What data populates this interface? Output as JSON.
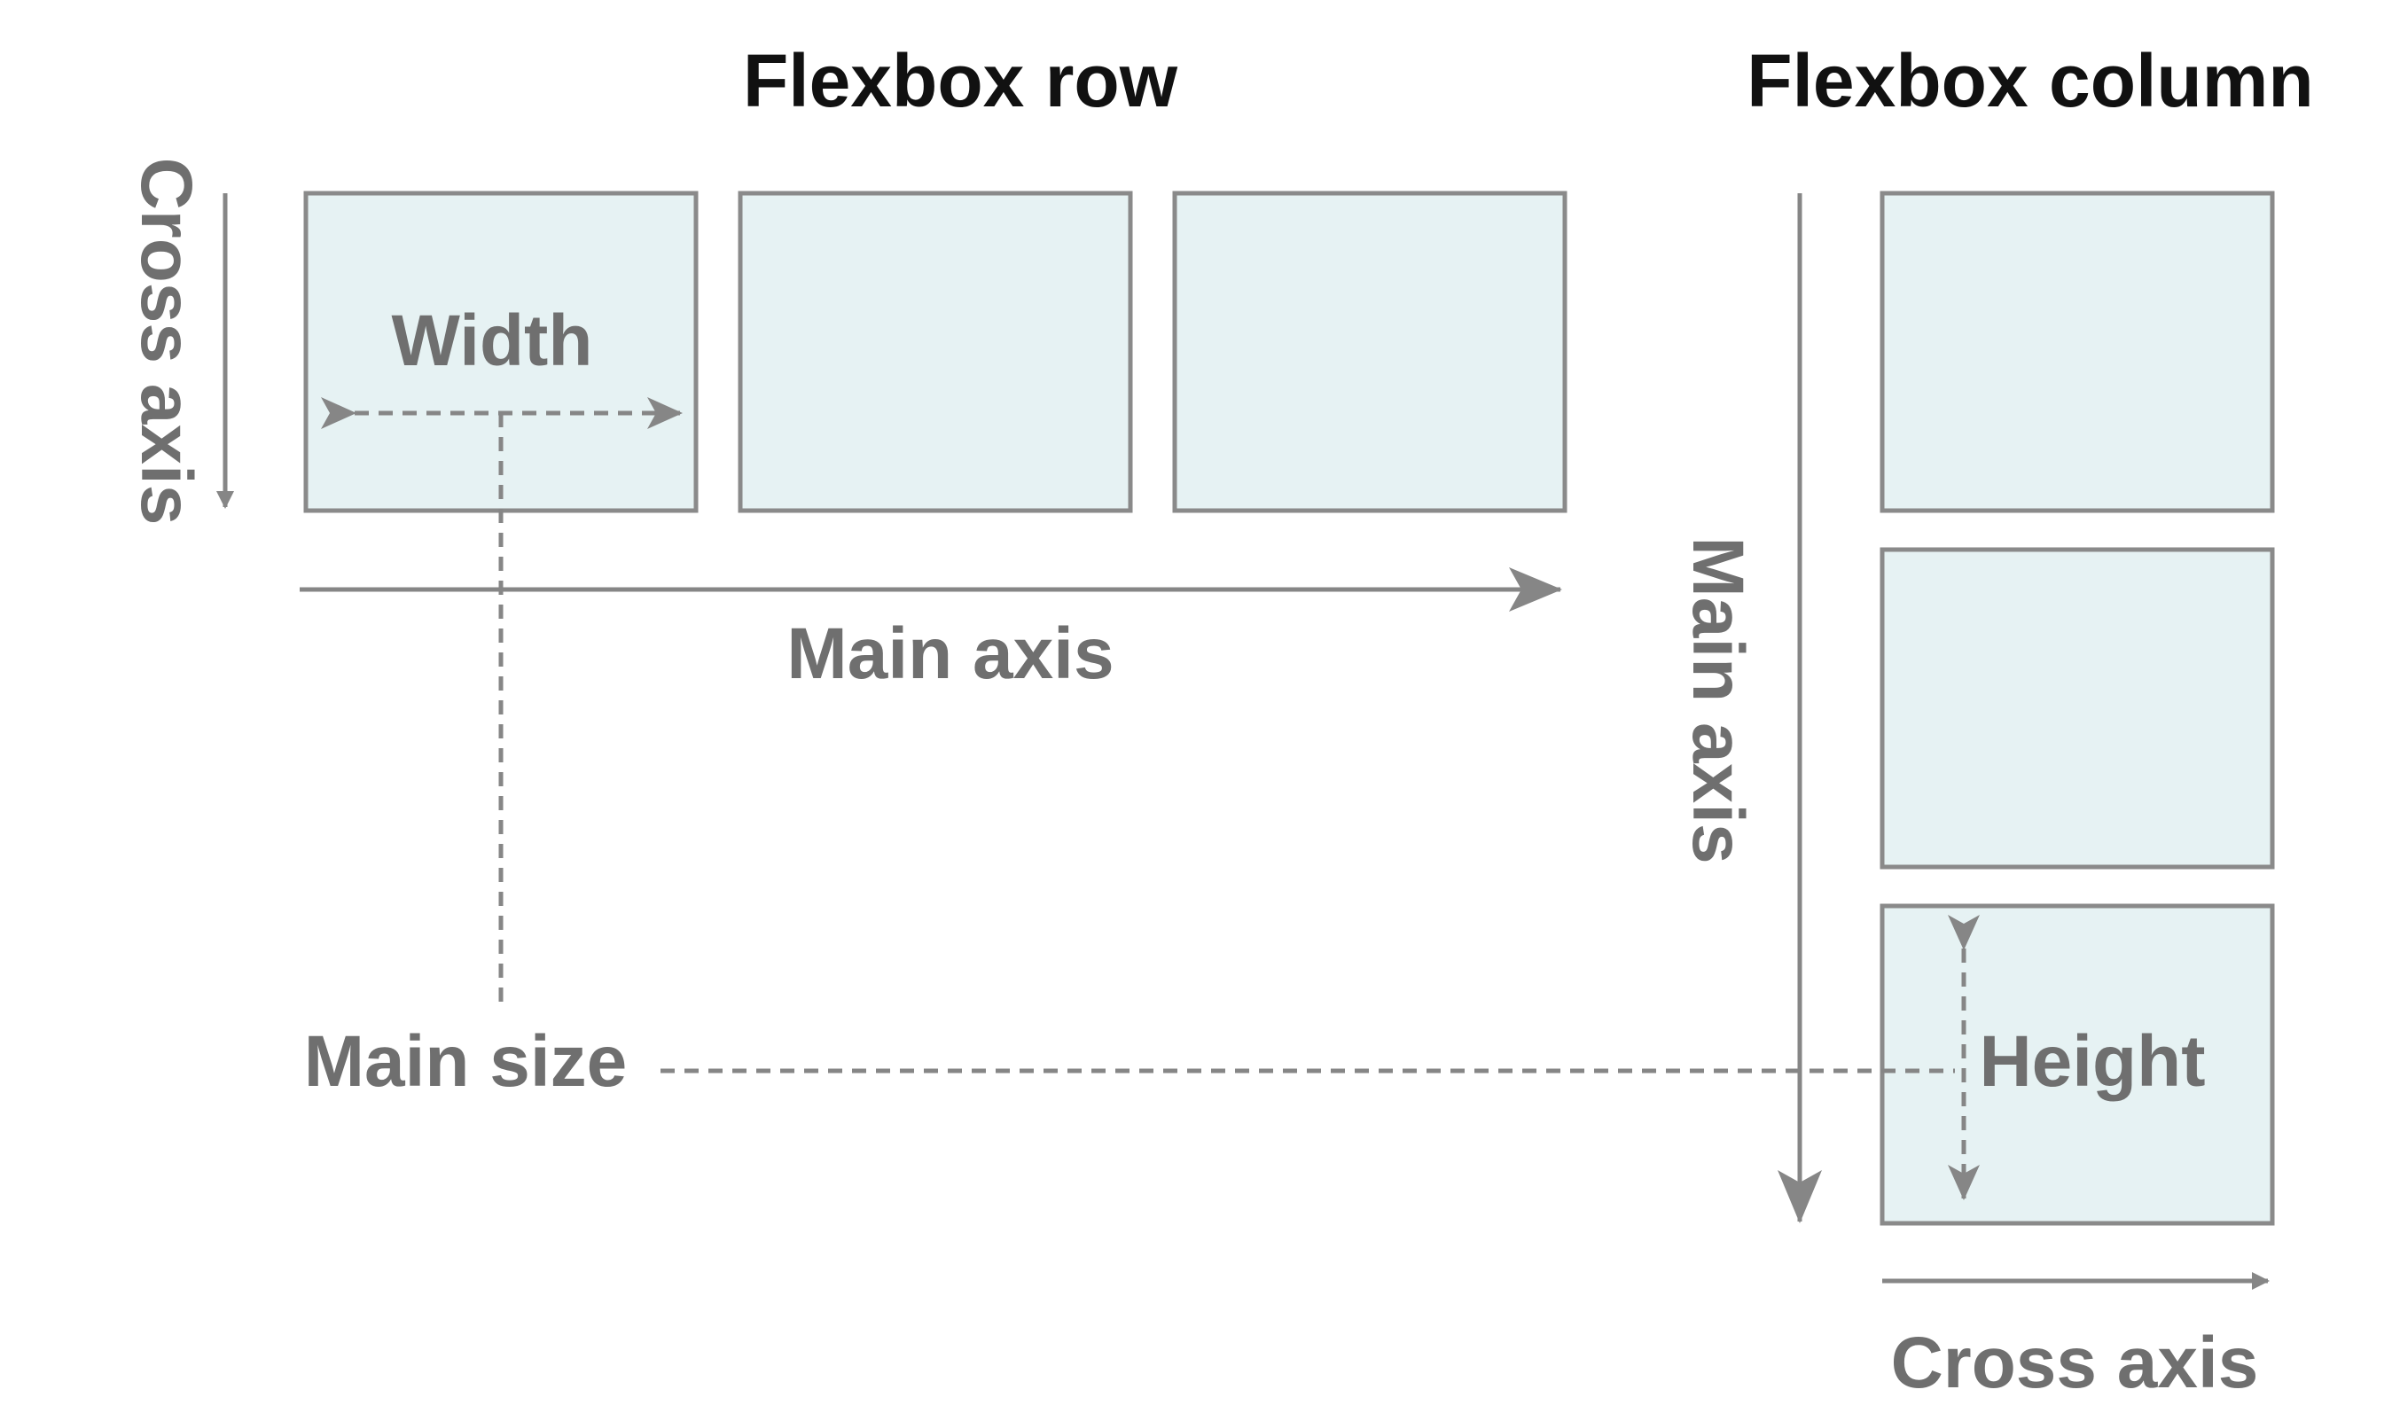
{
  "titles": {
    "row": "Flexbox row",
    "column": "Flexbox column"
  },
  "labels": {
    "row_cross_axis": "Cross axis",
    "row_main_axis": "Main axis",
    "width": "Width",
    "main_size": "Main size",
    "column_main_axis": "Main axis",
    "column_cross_axis": "Cross axis",
    "height": "Height"
  },
  "colors": {
    "title": "#111111",
    "line": "#868686",
    "label": "#6f6f6f",
    "box_fill": "#e6f2f3",
    "box_stroke": "#8a8a8a"
  }
}
